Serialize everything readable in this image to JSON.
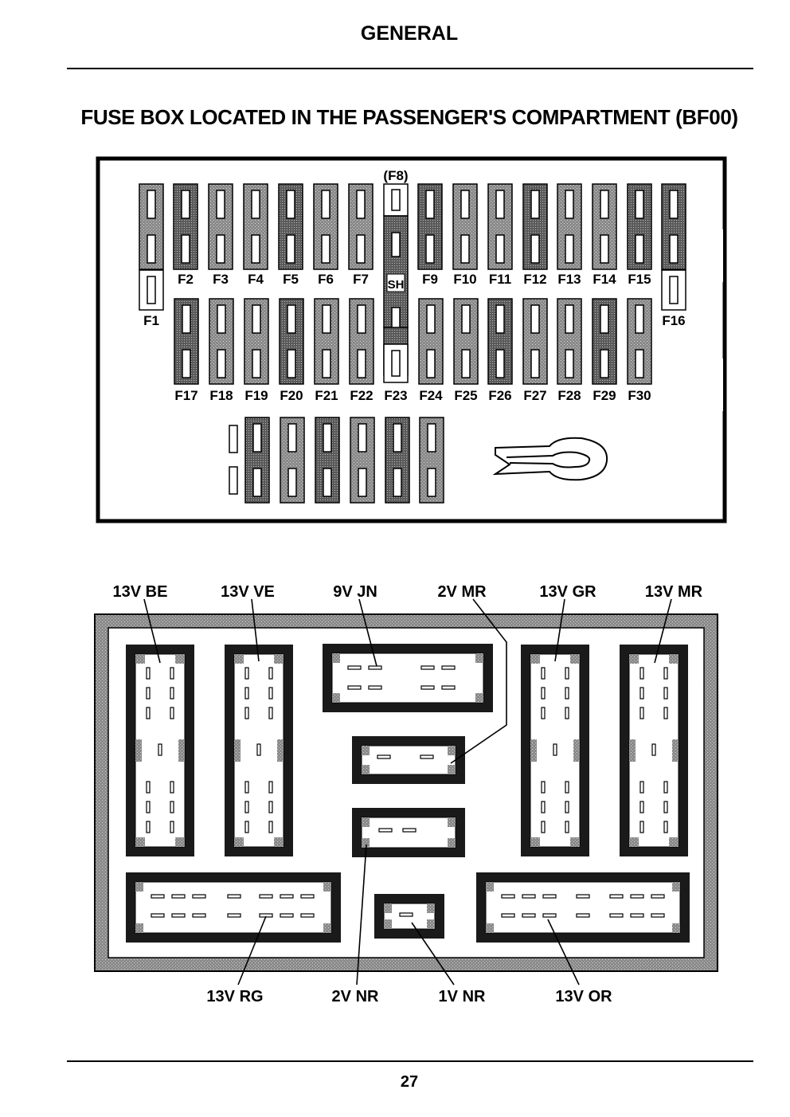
{
  "header": {
    "section": "GENERAL"
  },
  "page_title": "FUSE BOX LOCATED IN THE PASSENGER'S COMPARTMENT (BF00)",
  "page_number": "27",
  "fuse_box": {
    "top_label": "(F8)",
    "shunt_label": "SH",
    "upper_row_labels": [
      "F1",
      "F2",
      "F3",
      "F4",
      "F5",
      "F6",
      "F7",
      "F9",
      "F10",
      "F11",
      "F12",
      "F13",
      "F14",
      "F15",
      "F16"
    ],
    "lower_row_labels": [
      "F17",
      "F18",
      "F19",
      "F20",
      "F21",
      "F22",
      "F23",
      "F24",
      "F25",
      "F26",
      "F27",
      "F28",
      "F29",
      "F30"
    ]
  },
  "connector_panel": {
    "top_labels": [
      "13V BE",
      "13V VE",
      "9V JN",
      "2V MR",
      "13V GR",
      "13V MR"
    ],
    "bottom_labels": [
      "13V RG",
      "2V NR",
      "1V NR",
      "13V OR"
    ]
  }
}
